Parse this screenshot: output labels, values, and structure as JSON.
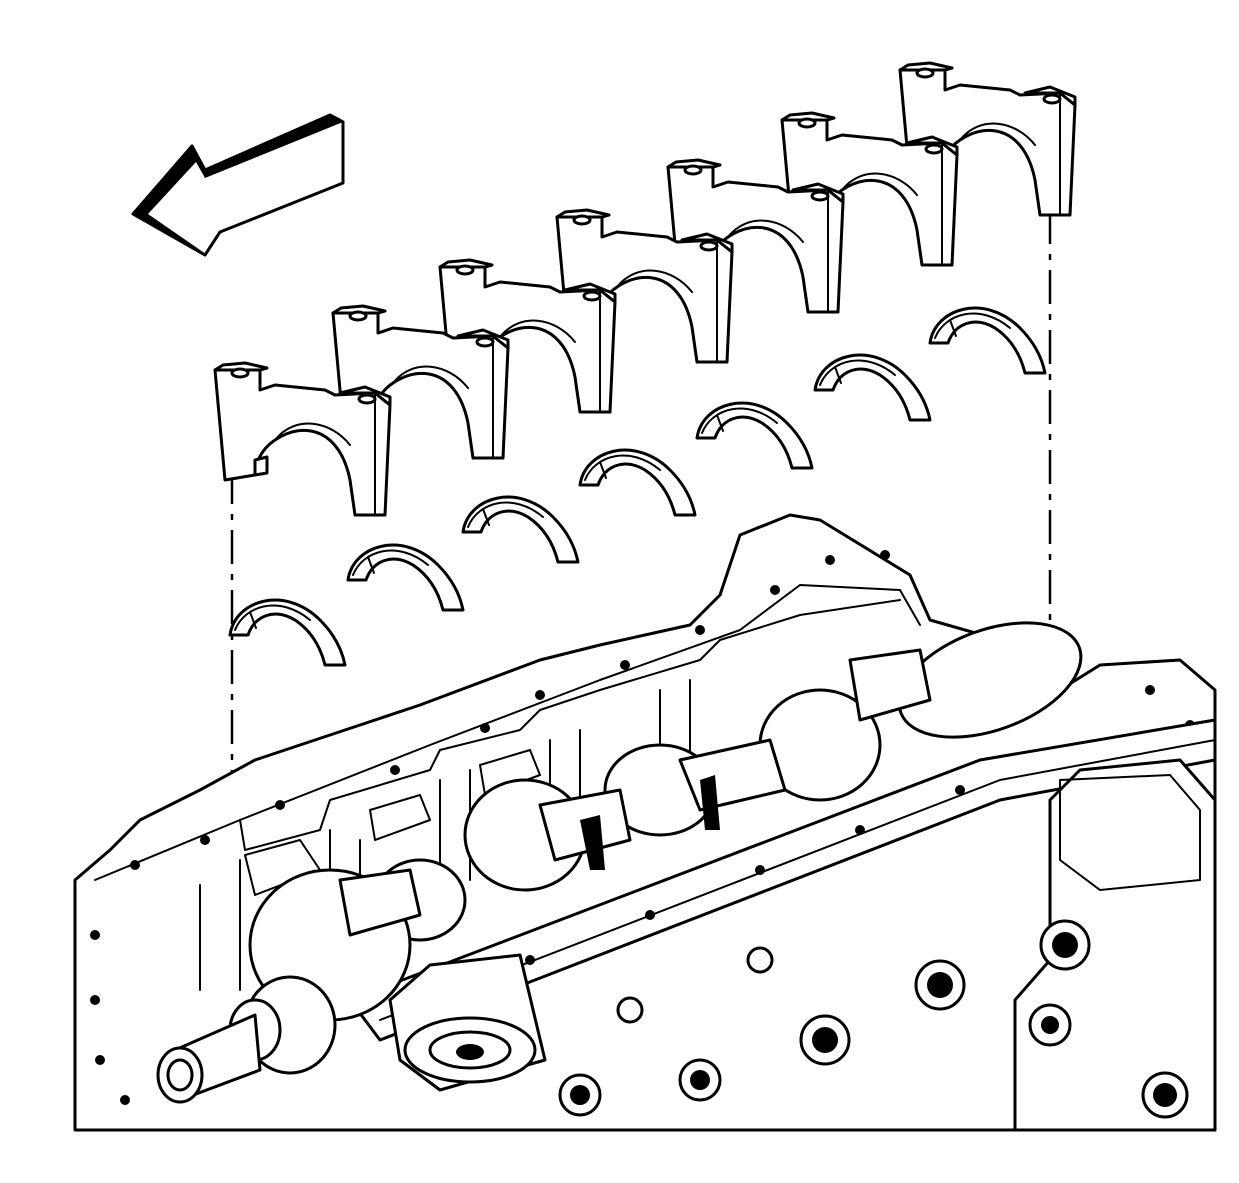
{
  "figure": {
    "description_kind": "exploded-view line drawing",
    "bearing_cap_count": 7,
    "lower_bearing_shell_count": 7,
    "direction_arrow_icon": "arrow-left-icon",
    "colors": {
      "ink": "#000000",
      "paper": "#ffffff"
    }
  }
}
